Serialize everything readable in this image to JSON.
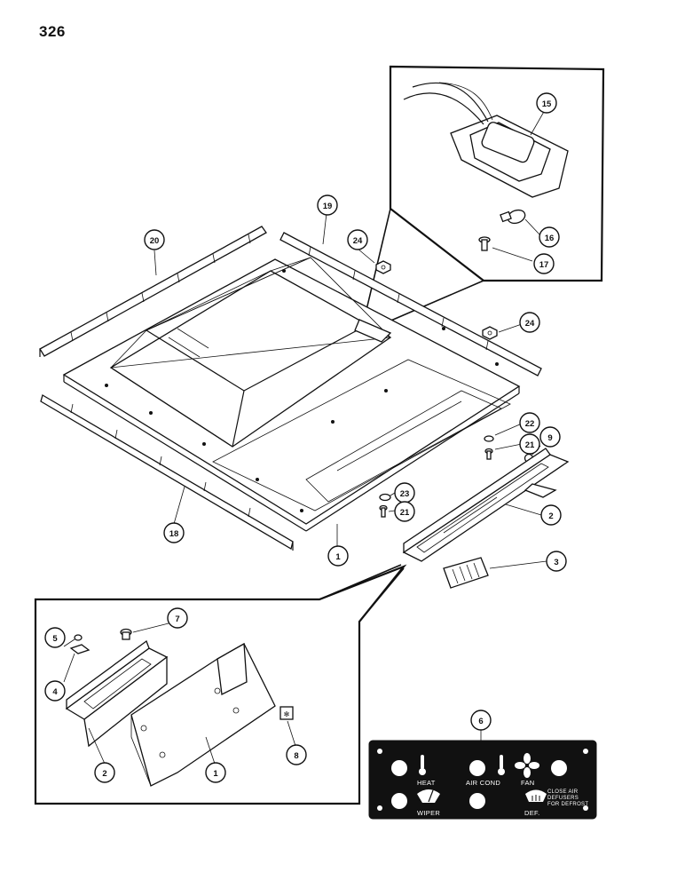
{
  "page_number": "326",
  "callouts": {
    "c1_main": "1",
    "c1_detail": "1",
    "c2_main": "2",
    "c2_detail": "2",
    "c3": "3",
    "c4": "4",
    "c5": "5",
    "c6": "6",
    "c7": "7",
    "c8": "8",
    "c9": "9",
    "c15": "15",
    "c16": "16",
    "c17": "17",
    "c18": "18",
    "c19": "19",
    "c20": "20",
    "c21_a": "21",
    "c21_b": "21",
    "c22": "22",
    "c23": "23",
    "c24_a": "24",
    "c24_b": "24"
  },
  "control_panel": {
    "heat": "HEAT",
    "air_cond": "AIR COND",
    "fan": "FAN",
    "wiper": "WIPER",
    "def": "DEF.",
    "defuser_note_line1": "CLOSE AIR",
    "defuser_note_line2": "DEFUSERS",
    "defuser_note_line3": "FOR DEFROST"
  }
}
